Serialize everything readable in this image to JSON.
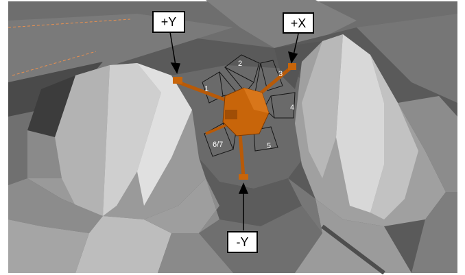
{
  "axis_labels": {
    "plus_y": "+Y",
    "plus_x": "+X",
    "minus_y": "-Y"
  },
  "camera_labels": {
    "c1": "1",
    "c2": "2",
    "c3": "3",
    "c4": "4",
    "c5": "5",
    "c67": "6/7"
  },
  "colors": {
    "frame_border": "#ffffff",
    "terrain_dark": "#3a3a3a",
    "terrain_mid": "#8a8a8a",
    "terrain_light": "#dcdcdc",
    "lander_body": "#c8650a",
    "lander_dark": "#8a4205",
    "frustum_lines": "#1a1a1a",
    "dashed_lines": "#e89050"
  }
}
